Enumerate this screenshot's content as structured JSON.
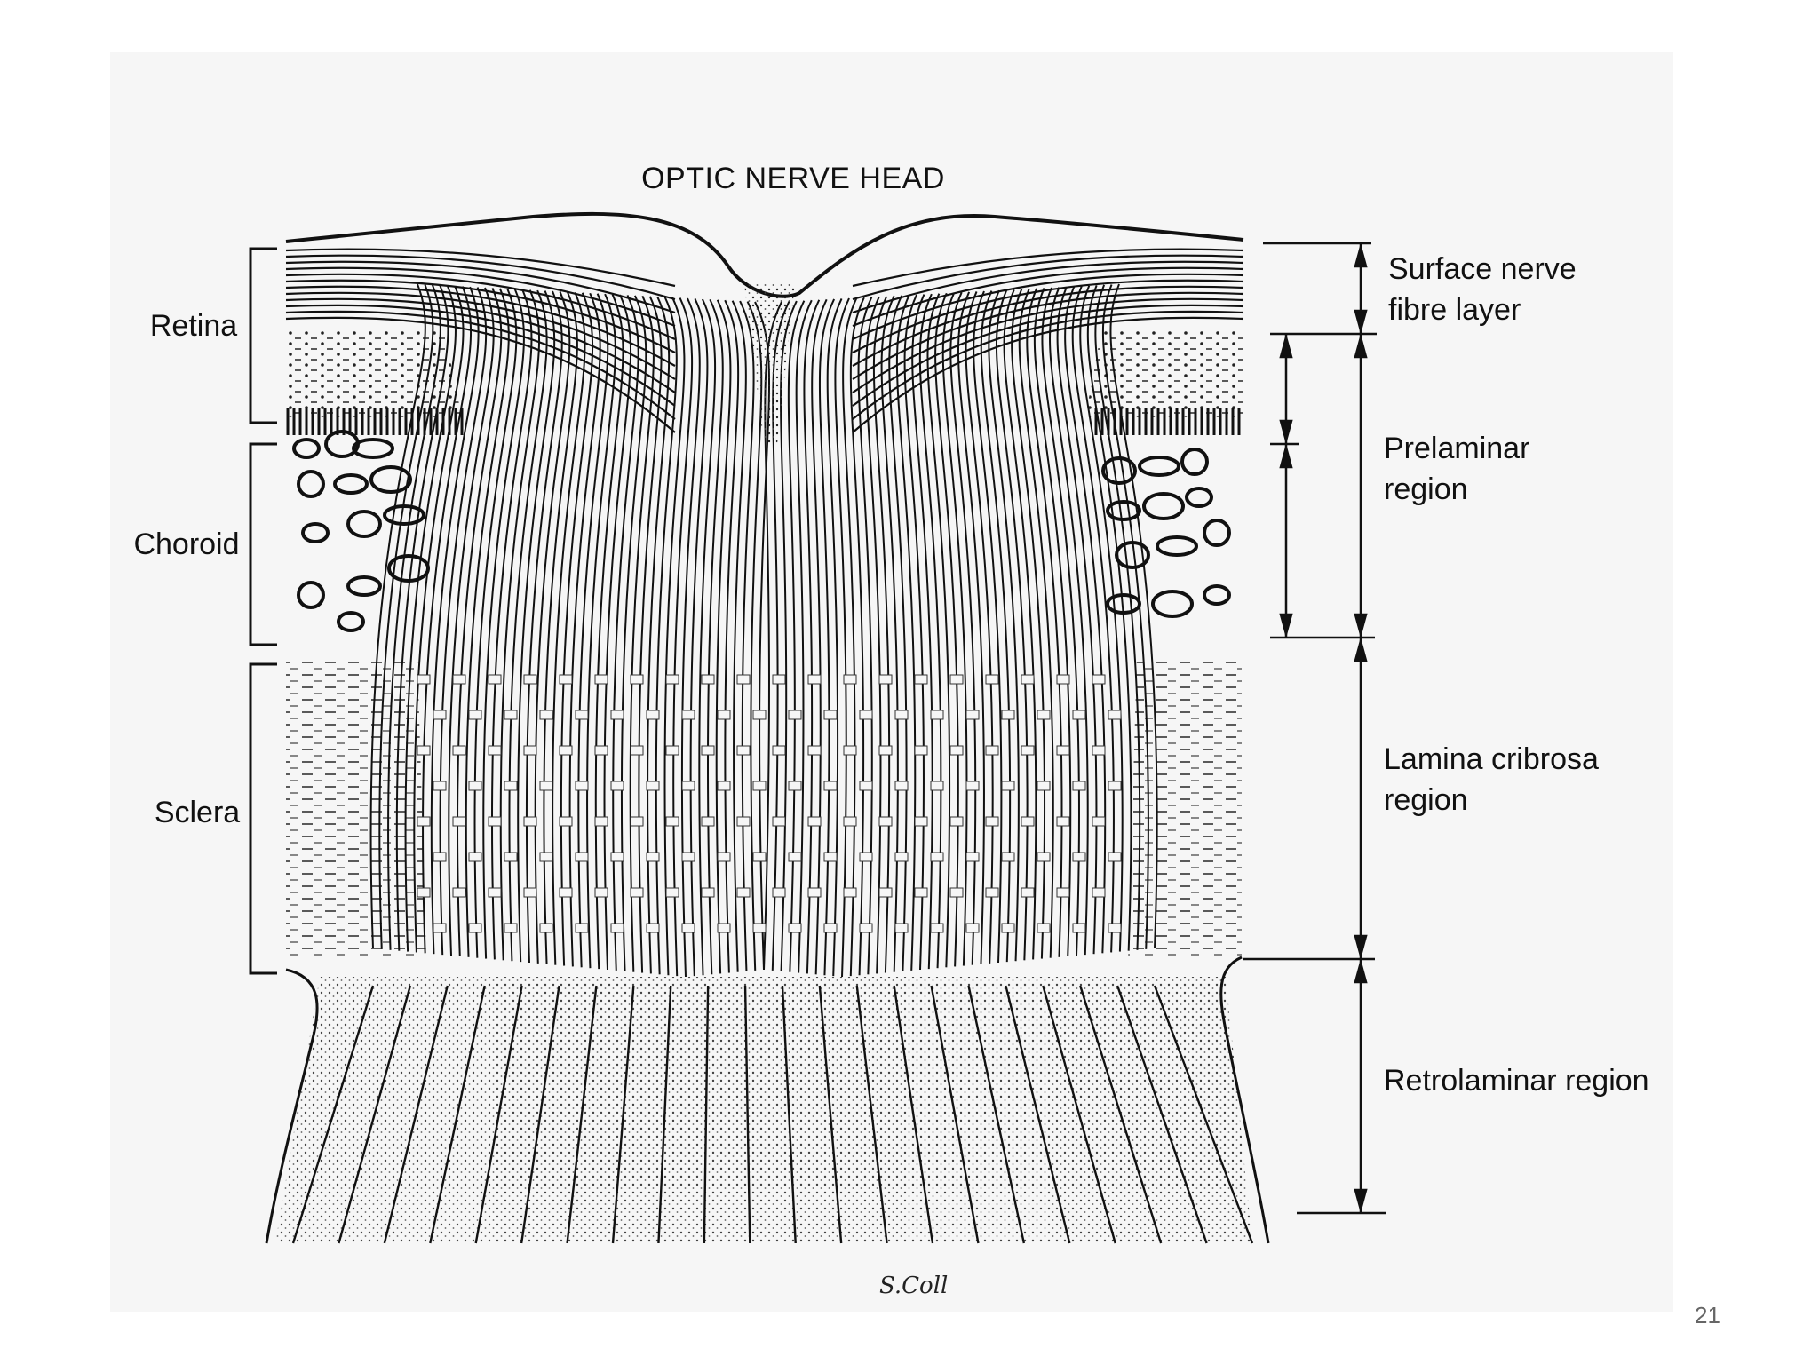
{
  "title": "OPTIC NERVE HEAD",
  "left_labels": {
    "retina": "Retina",
    "choroid": "Choroid",
    "sclera": "Sclera"
  },
  "right_labels": {
    "surface_line1": "Surface nerve",
    "surface_line2": "fibre layer",
    "prelaminar_line1": "Prelaminar",
    "prelaminar_line2": "region",
    "lamina_line1": "Lamina cribrosa",
    "lamina_line2": "region",
    "retrolaminar": "Retrolaminar region"
  },
  "signature": "S.Coll",
  "page_number": "21",
  "colors": {
    "ink": "#111111",
    "paper": "#f6f6f6"
  }
}
